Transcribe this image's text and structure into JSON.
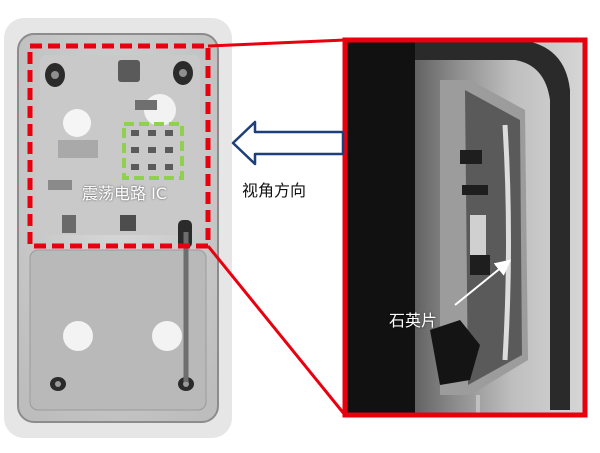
{
  "labels": {
    "oscillator_ic": "震荡电路 IC",
    "view_direction": "视角方向",
    "quartz_plate": "石英片"
  },
  "colors": {
    "highlight_red": "#e8000f",
    "ic_box_green": "#8fd14f",
    "arrow_blue": "#1f3f7a",
    "xray_background": "#d2d2d2"
  },
  "icons": {
    "view_arrow": "arrow-left-icon",
    "pointer_arrow": "arrow-up-right-icon"
  }
}
